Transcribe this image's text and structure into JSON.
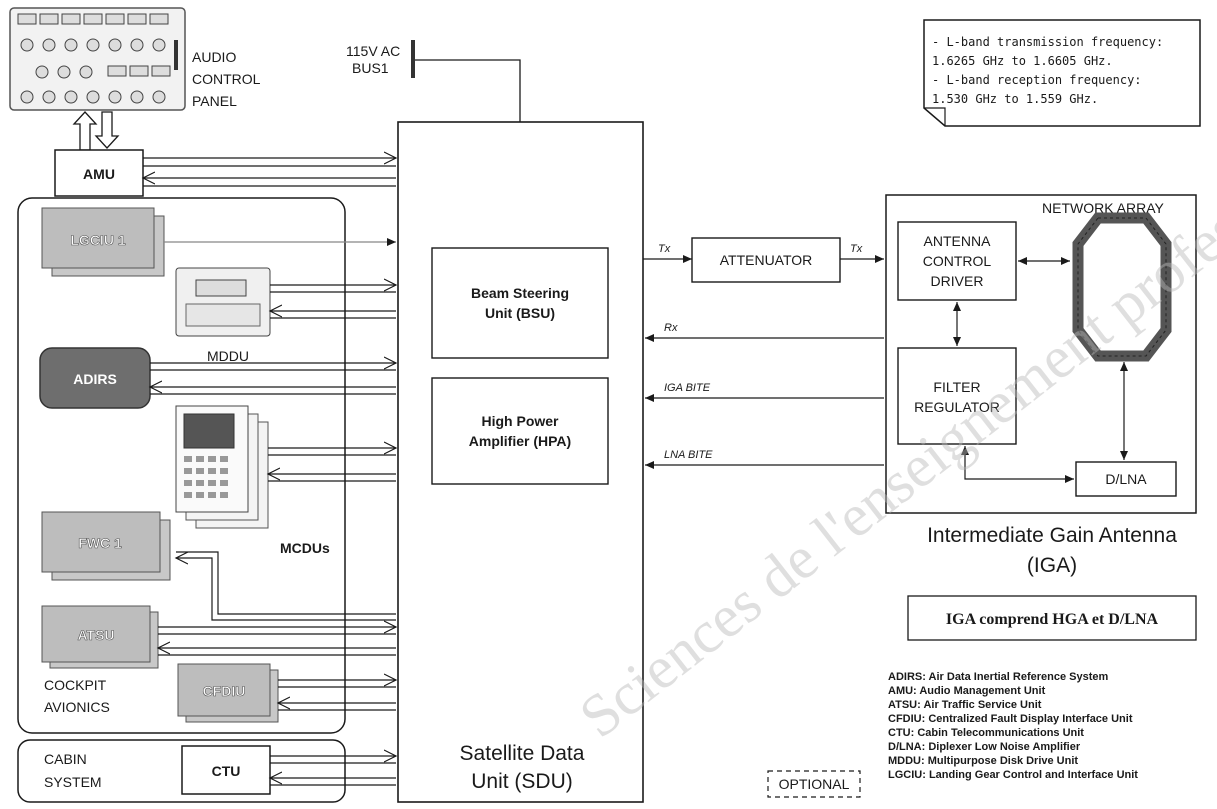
{
  "audio_panel": {
    "label_line1": "AUDIO",
    "label_line2": "CONTROL",
    "label_line3": "PANEL"
  },
  "power": {
    "line1": "115V AC",
    "line2": "BUS1"
  },
  "note": {
    "line1": "- L-band transmission frequency:",
    "line2": "1.6265 GHz to 1.6605 GHz.",
    "line3": "- L-band reception frequency:",
    "line4": "1.530 GHz to 1.559 GHz."
  },
  "units": {
    "amu": "AMU",
    "lgciu": "LGCIU 1",
    "mddu": "MDDU",
    "adirs": "ADIRS",
    "mcdus": "MCDUs",
    "fwc": "FWC 1",
    "atsu": "ATSU",
    "cfdiu": "CFDIU",
    "ctu": "CTU"
  },
  "groups": {
    "cockpit_line1": "COCKPIT",
    "cockpit_line2": "AVIONICS",
    "cabin_line1": "CABIN",
    "cabin_line2": "SYSTEM"
  },
  "sdu": {
    "bsu_line1": "Beam Steering",
    "bsu_line2": "Unit (BSU)",
    "hpa_line1": "High Power",
    "hpa_line2": "Amplifier (HPA)",
    "title_line1": "Satellite Data",
    "title_line2": "Unit (SDU)"
  },
  "signals": {
    "tx": "Tx",
    "rx": "Rx",
    "iga_bite": "IGA BITE",
    "lna_bite": "LNA BITE"
  },
  "attenuator": "ATTENUATOR",
  "iga": {
    "network_array": "NETWORK ARRAY",
    "acd_line1": "ANTENNA",
    "acd_line2": "CONTROL",
    "acd_line3": "DRIVER",
    "filter_line1": "FILTER",
    "filter_line2": "REGULATOR",
    "dlna": "D/LNA",
    "title_line1": "Intermediate Gain Antenna",
    "title_line2": "(IGA)",
    "comprend": "IGA comprend HGA et D/LNA"
  },
  "optional": "OPTIONAL",
  "glossary": [
    "ADIRS: Air Data Inertial Reference System",
    "AMU: Audio Management Unit",
    "ATSU: Air Traffic Service Unit",
    "CFDIU: Centralized Fault Display Interface Unit",
    "CTU: Cabin Telecommunications Unit",
    "D/LNA: Diplexer Low Noise Amplifier",
    "MDDU: Multipurpose Disk Drive Unit",
    "LGCIU: Landing Gear Control and Interface Unit"
  ],
  "watermark": "Sciences de l'enseignement professionnel"
}
